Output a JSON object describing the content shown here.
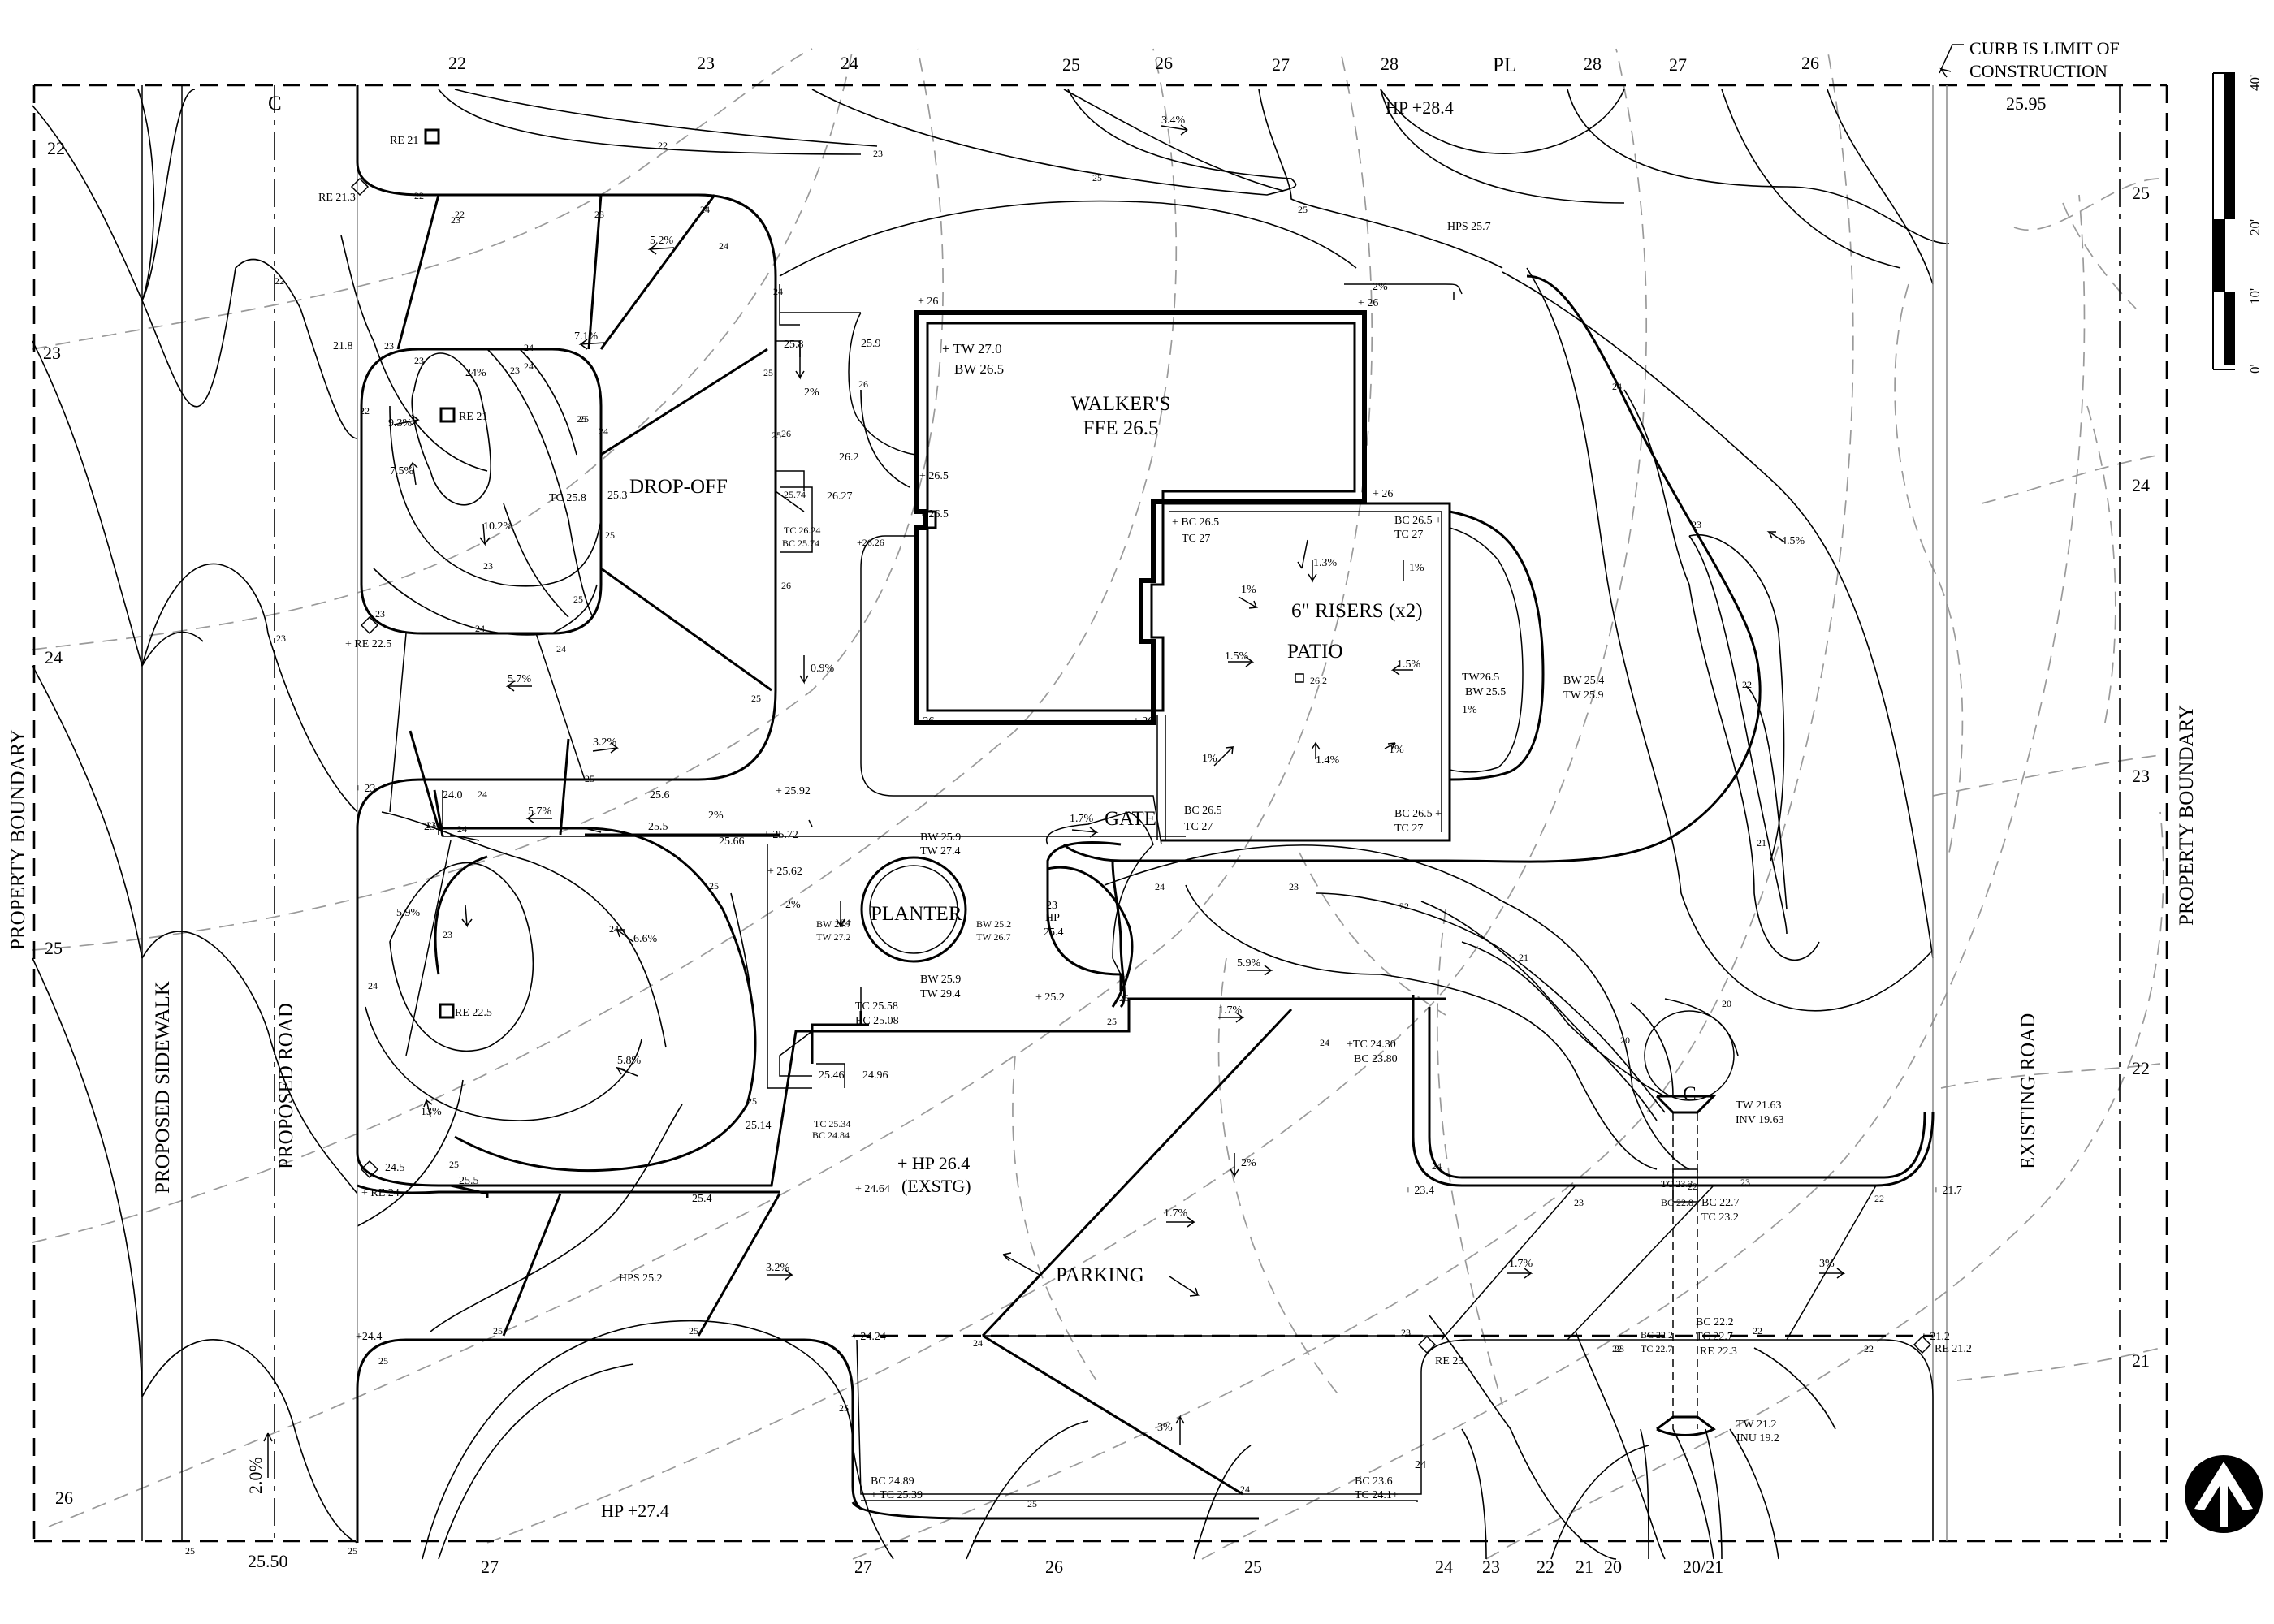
{
  "site": {
    "building_name": "WALKER'S",
    "building_ffe": "FFE 26.5",
    "drop_off": "DROP-OFF",
    "patio": "PATIO",
    "risers": "6\" RISERS (x2)",
    "gate": "GATE",
    "planter": "PLANTER",
    "parking": "PARKING",
    "pl": "PL",
    "centerline": "C",
    "curb_note_1": "CURB IS LIMIT OF",
    "curb_note_2": "CONSTRUCTION"
  },
  "edges": {
    "left_boundary": "PROPERTY BOUNDARY",
    "right_boundary": "PROPERTY BOUNDARY",
    "sidewalk": "PROPOSED SIDEWALK",
    "proposed_road": "PROPOSED ROAD",
    "existing_road": "EXISTING ROAD"
  },
  "top_contours": [
    "22",
    "23",
    "24",
    "25",
    "26",
    "27",
    "28",
    "28",
    "27",
    "26"
  ],
  "bottom_contours": [
    "27",
    "27",
    "26",
    "25",
    "24",
    "23",
    "22",
    "21",
    "20",
    "20/21"
  ],
  "left_contours": [
    "22",
    "23",
    "24",
    "25",
    "26"
  ],
  "right_contours": [
    "25",
    "24",
    "23",
    "22",
    "21"
  ],
  "scale": {
    "labels": [
      "40'",
      "20'",
      "10'",
      "0'"
    ]
  },
  "road_slope": "2.0%",
  "road_elev": "25.50",
  "road_contour_a": "25",
  "road_contour_b": "25",
  "high_points": {
    "top": "HP +28.4",
    "top_elev": "25.95",
    "center": "+ HP 26.4",
    "center_note": "(EXSTG)",
    "center_elev": "+ 24.64",
    "bottom": "HP +27.4",
    "hps_top": "HPS 25.7",
    "hps_bottom": "HPS 25.2"
  },
  "building": {
    "tw": "+ TW 27.0",
    "bw": "BW 26.5",
    "corners": [
      "+ 26",
      "+ 26",
      "+ 26",
      "+ 26.5",
      "+ 26.5",
      "+ 26",
      "+ 26"
    ]
  },
  "patio": {
    "bc_tl": "+ BC 26.5",
    "tc_tl": "TC 27",
    "bc_tr": "BC 26.5 +",
    "tc_tr": "TC 27",
    "bc_bl": "BC 26.5",
    "tc_bl": "TC 27",
    "bc_br": "BC 26.5 +",
    "tc_br": "TC 27",
    "drain": "26.2",
    "tw_steps": "TW26.5",
    "bw_steps": "BW 25.5",
    "steps_pct": "1%",
    "bw_arc": "BW 25.4",
    "tw_arc": "TW 25.9"
  },
  "planter": {
    "bw_top": "BW 25.9",
    "tw_top": "TW 27.4",
    "bw_left": "BW 25.7",
    "tw_left": "TW 27.2",
    "bw_right": "BW 25.2",
    "tw_right": "TW 26.7",
    "bw_bot": "BW 25.9",
    "tw_bot": "TW 29.4"
  },
  "structures": {
    "re_top": "RE 21",
    "re_top_2": "RE 21.3",
    "re_drop": "RE 21",
    "re_drop_2": "+ RE 22.5",
    "re_lower": "RE 22.5",
    "re_lower_2": "+ RE 24",
    "re_right": "RE 23",
    "re_far_right": "RE 21.2",
    "re_right_2": "RE 22.3",
    "tw_pipe_top": "TW 21.63",
    "inv_pipe_top": "INV 19.63",
    "tw_pipe_bot": "TW 21.2",
    "inv_pipe_bot": "INU 19.2"
  },
  "curbs": {
    "drop_tc": "TC 25.8",
    "drop_tc_val": "25.3",
    "tc_2624": "TC 26.24",
    "bc_2574": "BC 25.74",
    "pt_2574": "25.74",
    "pt_2627": "26.27",
    "tc_2558": "TC 25.58",
    "bc_2508": "BC 25.08",
    "pt_2546": "25.46",
    "pt_2496": "24.96",
    "tc_2534": "TC 25.34",
    "bc_2484": "BC 24.84",
    "tc_2430": "+TC 24.30",
    "bc_2380": "BC 23.80",
    "bc_2489": "BC 24.89",
    "tc_2539": "+ TC 25.39",
    "bc_236": "BC 23.6",
    "tc_241": "TC 24.1+",
    "bc_227": "BC 22.7",
    "tc_232": "TC 23.2",
    "bc_222": "BC 22.2",
    "tc_227": "TC 22.7",
    "tc_233": "TC 23.3",
    "bc_228": "BC 22.8",
    "bc_222s": "BC 22.2",
    "tc_227s": "TC 22.7"
  },
  "spot_elevations": {
    "e2592": "+ 25.92",
    "e2572": "+ 25.72",
    "e2562": "+ 25.62",
    "e2566": "25.66",
    "e255": "25.5",
    "e256": "25.6",
    "e240": "24.0",
    "e239": "23.9",
    "e2514": "25.14",
    "e245": "24.5",
    "e255b": "25.5",
    "e254": "25.4",
    "e258": "25.8",
    "e259": "25.9",
    "e262": "26.2",
    "e218": "21.8",
    "e244": "+24.4",
    "e2424": "+ 24.24",
    "e234": "+ 23.4",
    "e217": "+ 21.7",
    "e212": "+ 21.2",
    "e254b": "25.4",
    "e252": "+ 25.2",
    "e232": "23",
    "hp_gate": "HP",
    "e2626": "+26.26",
    "e23": "+ 23",
    "e2475": "24"
  },
  "slopes": {
    "s34": "3.4%",
    "s52": "5.2%",
    "s71": "7.1%",
    "s24": "24%",
    "s93": "9.3%",
    "s75": "7.5%",
    "s102": "10.2%",
    "s57": "5.7%",
    "s32": "3.2%",
    "s57b": "5.7%",
    "s2a": "2%",
    "s59": "5.9%",
    "s66": "6.6%",
    "s58": "5.8%",
    "s13": "13%",
    "s2b": "2%",
    "s09": "0.9%",
    "s2c": "2%",
    "s2d": "2%",
    "s13b": "1.3%",
    "s1a": "1%",
    "s1b": "1%",
    "s15a": "1.5%",
    "s15b": "1.5%",
    "s1c": "1%",
    "s14": "1.4%",
    "s1d": "1%",
    "s17": "1.7%",
    "s59b": "5.9%",
    "s17b": "1.7%",
    "s2e": "2%",
    "s17c": "1.7%",
    "s32b": "3.2%",
    "s17d": "1.7%",
    "s3": "3%",
    "s3b": "3%",
    "s45": "4.5%"
  },
  "proposed_contour_labels": [
    "22",
    "23",
    "22",
    "23",
    "24",
    "25",
    "25",
    "24",
    "23",
    "22",
    "22",
    "23",
    "24",
    "25",
    "25",
    "23",
    "24",
    "25",
    "22",
    "23",
    "24",
    "23",
    "24",
    "25",
    "26",
    "26",
    "26",
    "25",
    "25",
    "23",
    "23",
    "24",
    "24",
    "25",
    "25",
    "24",
    "23",
    "23",
    "24",
    "25",
    "25",
    "24",
    "24",
    "25",
    "24",
    "23",
    "22",
    "21",
    "20",
    "20",
    "24",
    "23",
    "22",
    "21",
    "22",
    "23",
    "22",
    "24",
    "25",
    "25",
    "24",
    "23",
    "22",
    "22",
    "23",
    "25",
    "25",
    "24",
    "24",
    "25",
    "23",
    "22",
    "25",
    "24",
    "25"
  ]
}
